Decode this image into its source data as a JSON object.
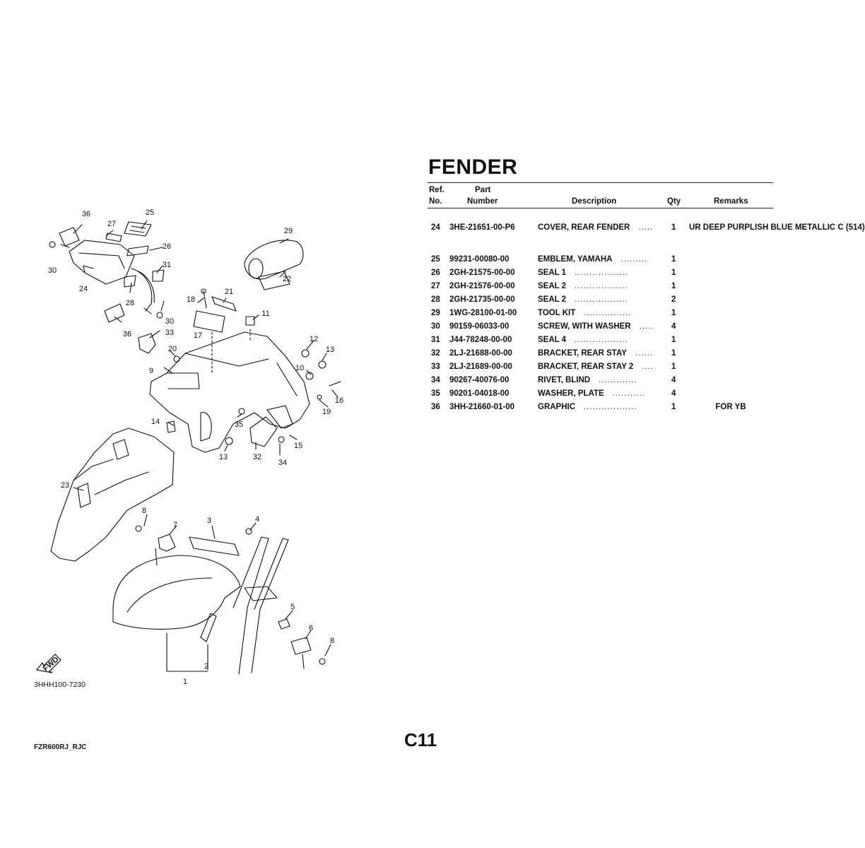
{
  "page": {
    "title": "FENDER",
    "diagram_code": "3HHH100-7230",
    "model_code": "FZR600RJ_RJC",
    "page_code": "C11"
  },
  "table": {
    "headers": {
      "ref_line1": "Ref.",
      "ref_line2": "No.",
      "part_line1": "Part",
      "part_line2": "Number",
      "description": "Description",
      "qty": "Qty",
      "remarks": "Remarks"
    },
    "rows": [
      {
        "ref": "24",
        "part": "3HE-21651-00-P6",
        "desc": "COVER, REAR FENDER",
        "dots": ".....",
        "qty": "1",
        "remarks": "UR DEEP PURPLISH BLUE METALLIC C (514)"
      },
      {
        "ref": "25",
        "part": "99231-00080-00",
        "desc": "EMBLEM, YAMAHA",
        "dots": ".........",
        "qty": "1",
        "remarks": ""
      },
      {
        "ref": "26",
        "part": "2GH-21575-00-00",
        "desc": "SEAL 1",
        "dots": "..................",
        "qty": "1",
        "remarks": ""
      },
      {
        "ref": "27",
        "part": "2GH-21576-00-00",
        "desc": "SEAL 2",
        "dots": "..................",
        "qty": "1",
        "remarks": ""
      },
      {
        "ref": "28",
        "part": "2GH-21735-00-00",
        "desc": "SEAL 2",
        "dots": "..................",
        "qty": "2",
        "remarks": ""
      },
      {
        "ref": "29",
        "part": "1WG-28100-01-00",
        "desc": "TOOL KIT",
        "dots": "................",
        "qty": "1",
        "remarks": ""
      },
      {
        "ref": "30",
        "part": "90159-06033-00",
        "desc": "SCREW, WITH WASHER",
        "dots": ".....",
        "qty": "4",
        "remarks": ""
      },
      {
        "ref": "31",
        "part": "J44-78248-00-00",
        "desc": "SEAL 4",
        "dots": "..................",
        "qty": "1",
        "remarks": ""
      },
      {
        "ref": "32",
        "part": "2LJ-21688-00-00",
        "desc": "BRACKET, REAR STAY",
        "dots": "......",
        "qty": "1",
        "remarks": ""
      },
      {
        "ref": "33",
        "part": "2LJ-21689-00-00",
        "desc": "BRACKET, REAR STAY 2",
        "dots": "....",
        "qty": "1",
        "remarks": ""
      },
      {
        "ref": "34",
        "part": "90267-40076-00",
        "desc": "RIVET, BLIND",
        "dots": ".............",
        "qty": "4",
        "remarks": ""
      },
      {
        "ref": "35",
        "part": "90201-04018-00",
        "desc": "WASHER, PLATE",
        "dots": "...........",
        "qty": "4",
        "remarks": ""
      },
      {
        "ref": "36",
        "part": "3HH-21660-01-00",
        "desc": "GRAPHIC",
        "dots": "..................",
        "qty": "1",
        "remarks": "FOR YB"
      }
    ]
  },
  "diagram": {
    "fwd_label": "FWD",
    "callouts": [
      "1",
      "2",
      "3",
      "4",
      "5",
      "6",
      "7",
      "8",
      "8",
      "9",
      "10",
      "11",
      "12",
      "13",
      "13",
      "14",
      "15",
      "16",
      "17",
      "18",
      "19",
      "20",
      "21",
      "22",
      "23",
      "24",
      "25",
      "26",
      "27",
      "28",
      "29",
      "30",
      "30",
      "31",
      "32",
      "33",
      "34",
      "35",
      "36",
      "36"
    ]
  }
}
